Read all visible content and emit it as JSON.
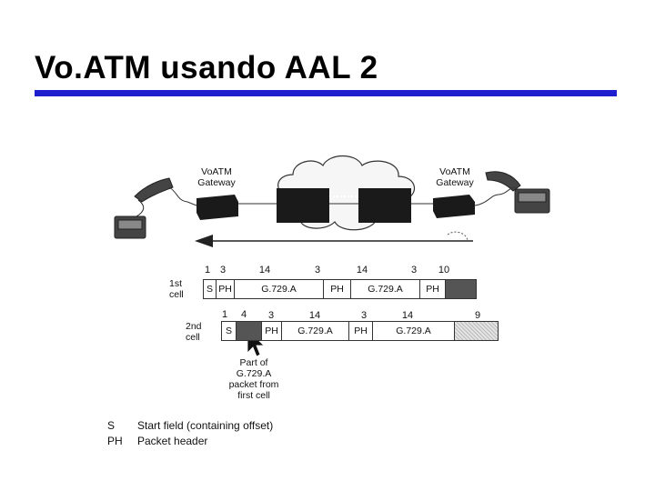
{
  "title": "Vo.ATM usando AAL 2",
  "gateways": {
    "left": "VoATM\nGateway",
    "right": "VoATM\nGateway"
  },
  "cells": [
    {
      "label": "1st\ncell",
      "top_numbers": [
        "1",
        "3",
        "14",
        "3",
        "14",
        "3",
        "10"
      ],
      "segments": [
        "S",
        "PH",
        "G.729.A",
        "PH",
        "G.729.A",
        "PH",
        ""
      ]
    },
    {
      "label": "2nd\ncell",
      "top_numbers": [
        "1",
        "4",
        "3",
        "14",
        "3",
        "14",
        "9"
      ],
      "segments": [
        "S",
        "",
        "PH",
        "G.729.A",
        "PH",
        "G.729.A",
        ""
      ]
    }
  ],
  "annotation": "Part of\nG.729.A\npacket from\nfirst cell",
  "legend": [
    {
      "key": "S",
      "text": "Start field (containing offset)"
    },
    {
      "key": "PH",
      "text": "Packet header"
    }
  ]
}
